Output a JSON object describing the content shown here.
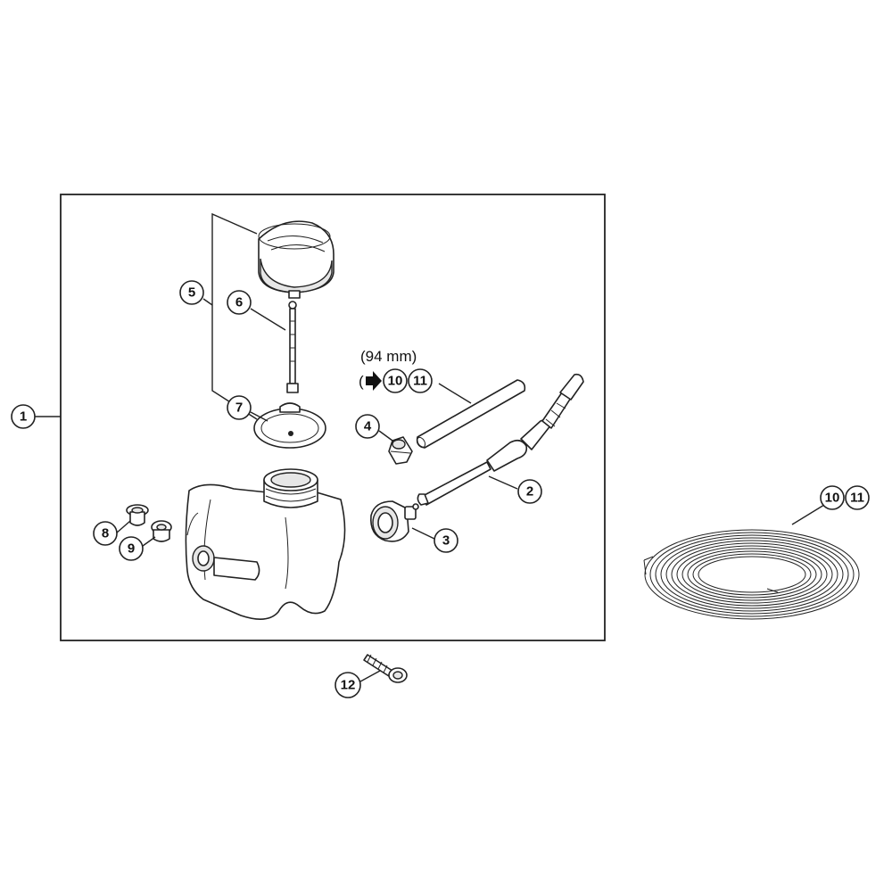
{
  "callouts": {
    "c1": "1",
    "c2": "2",
    "c3": "3",
    "c4": "4",
    "c5": "5",
    "c6": "6",
    "c7": "7",
    "c8": "8",
    "c9": "9",
    "c10a": "10",
    "c11a": "11",
    "c10b": "10",
    "c11b": "11",
    "c12": "12"
  },
  "note": {
    "length": "(94 mm)",
    "ref_open": "("
  }
}
